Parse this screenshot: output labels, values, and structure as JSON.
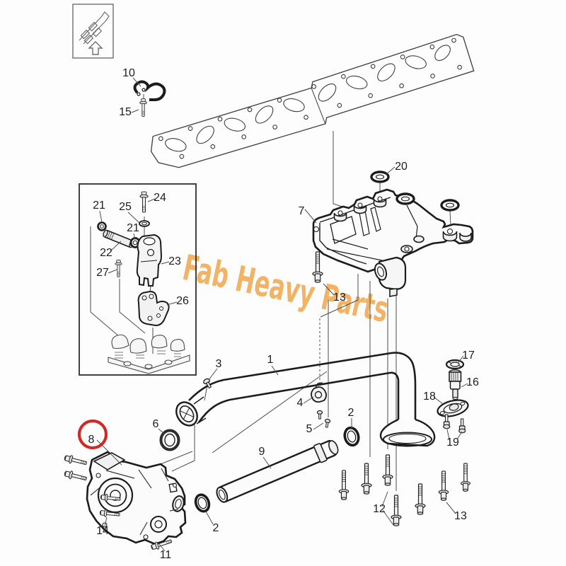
{
  "figure": {
    "kind": "exploded-parts-diagram"
  },
  "watermark": {
    "text": "Fab Heavy Parts",
    "color": "#f0a343"
  },
  "highlight": {
    "circled_part": "8",
    "color": "#cf2a23"
  },
  "colors": {
    "line": "#1c1c1c",
    "leader": "#4d4d4d",
    "background": "#fdfdfd"
  },
  "callouts": [
    "10",
    "15",
    "20",
    "7",
    "13",
    "24",
    "21",
    "25",
    "21",
    "22",
    "23",
    "27",
    "26",
    "17",
    "16",
    "18",
    "19",
    "1",
    "3",
    "4",
    "5",
    "2",
    "6",
    "8",
    "9",
    "14",
    "11",
    "2",
    "12",
    "13"
  ]
}
